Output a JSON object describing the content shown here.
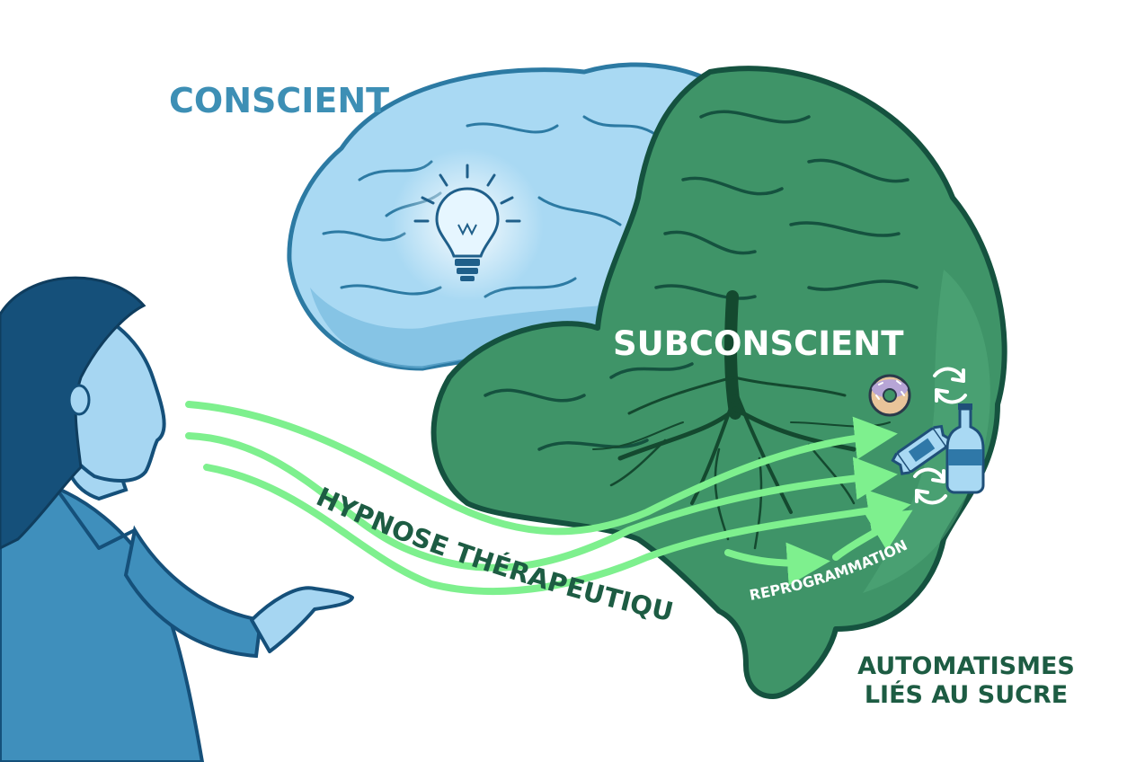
{
  "labels": {
    "conscious": "CONSCIENT",
    "subconscious": "SUBCONSCIENT",
    "hypnosis": "HYPNOSE THÉRAPEUTIQUE",
    "reprogramming": "REPROGRAMMATION",
    "automatisms_line1": "AUTOMATISMES",
    "automatisms_line2": "LIÉS AU SUCRE"
  },
  "colors": {
    "conscious_text": "#3d8fb5",
    "brain_blue": "#a9d9f3",
    "brain_green": "#3f9468",
    "outline_dark": "#15523f",
    "arrow_green": "#7ef08e",
    "label_green": "#1d5c43",
    "person_dark": "#15507a",
    "person_body": "#3f8fbc",
    "skin": "#a6d6f2"
  },
  "icons": {
    "idea": "lightbulb-icon",
    "cycle": "refresh-icon",
    "sugar_items": [
      "donut-icon",
      "candy-bar-icon",
      "soda-bottle-icon"
    ]
  }
}
